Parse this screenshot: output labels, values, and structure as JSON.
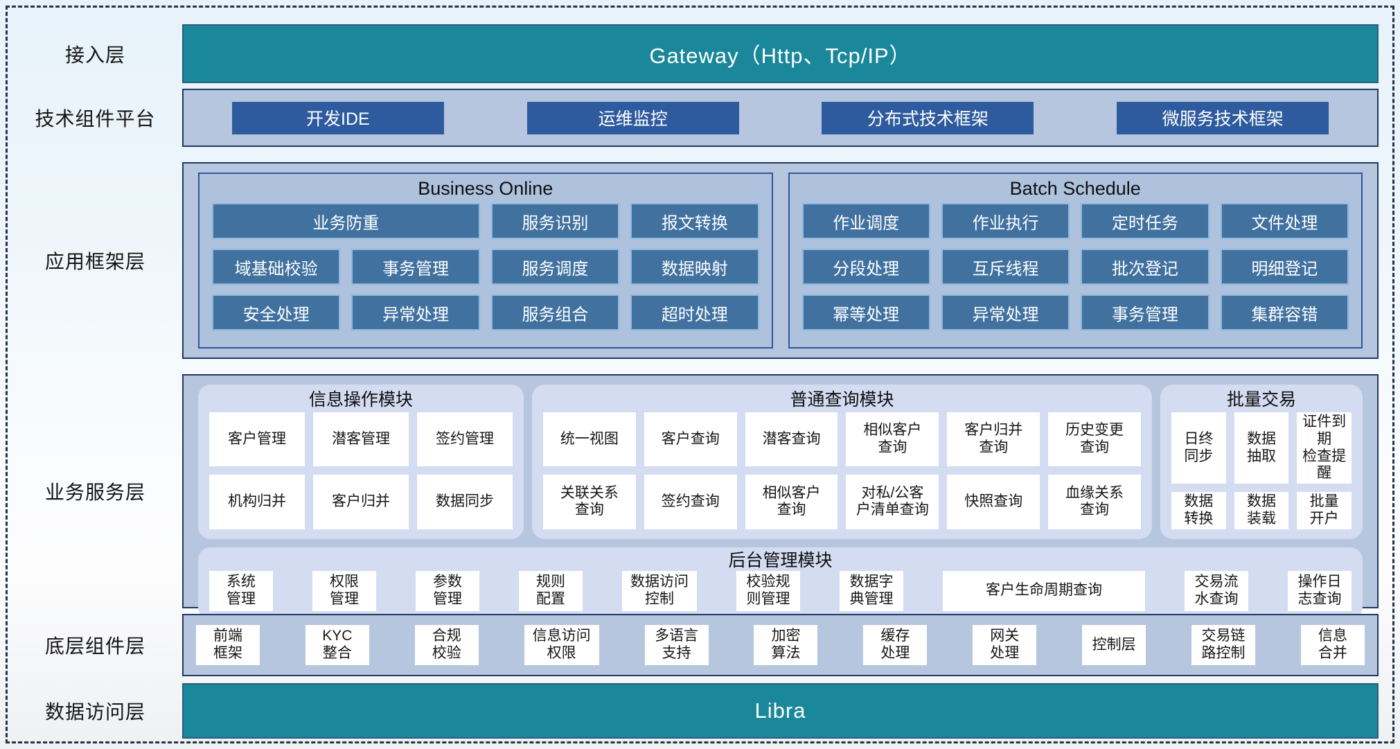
{
  "colors": {
    "teal": "#1a879b",
    "band_fill": "#b6c6df",
    "dark_blue_button": "#2e5b9e",
    "steel_blue_button": "#40719f",
    "steel_border": "#8fb8dc",
    "panel_fill": "#d3dcf0",
    "navy_border": "#1f3864"
  },
  "access_layer": {
    "label": "接入层",
    "gateway": "Gateway（Http、Tcp/IP）"
  },
  "tech_platform": {
    "label": "技术组件平台",
    "items": [
      "开发IDE",
      "运维监控",
      "分布式技术框架",
      "微服务技术框架"
    ]
  },
  "app_framework": {
    "label": "应用框架层",
    "business_online": {
      "title": "Business Online",
      "items": [
        {
          "text": "业务防重",
          "wide": true
        },
        "服务识别",
        "报文转换",
        "域基础校验",
        "事务管理",
        "服务调度",
        "数据映射",
        "安全处理",
        "异常处理",
        "服务组合",
        "超时处理"
      ]
    },
    "batch_schedule": {
      "title": "Batch Schedule",
      "items": [
        "作业调度",
        "作业执行",
        "定时任务",
        "文件处理",
        "分段处理",
        "互斥线程",
        "批次登记",
        "明细登记",
        "幂等处理",
        "异常处理",
        "事务管理",
        "集群容错"
      ]
    }
  },
  "business_service": {
    "label": "业务服务层",
    "info_module": {
      "title": "信息操作模块",
      "items": [
        "客户管理",
        "潜客管理",
        "签约管理",
        "机构归并",
        "客户归并",
        "数据同步"
      ]
    },
    "query_module": {
      "title": "普通查询模块",
      "items": [
        "统一视图",
        "客户查询",
        "潜客查询",
        "相似客户\n查询",
        "客户归并\n查询",
        "历史变更\n查询",
        "关联关系\n查询",
        "签约查询",
        "相似客户\n查询",
        "对私/公客\n户清单查询",
        "快照查询",
        "血缘关系\n查询"
      ]
    },
    "batch_trade": {
      "title": "批量交易",
      "items": [
        "日终\n同步",
        "数据\n抽取",
        "证件到期\n检查提醒",
        "数据\n转换",
        "数据\n装载",
        "批量\n开户"
      ]
    },
    "admin_module": {
      "title": "后台管理模块",
      "items": [
        "系统\n管理",
        "权限\n管理",
        "参数\n管理",
        "规则\n配置",
        "数据访问\n控制",
        "校验规\n则管理",
        "数据字\n典管理",
        {
          "text": "客户生命周期查询",
          "wide": true
        },
        "交易流\n水查询",
        "操作日\n志查询"
      ]
    }
  },
  "base_components": {
    "label": "底层组件层",
    "items": [
      "前端\n框架",
      "KYC\n整合",
      "合规\n校验",
      "信息访问\n权限",
      "多语言\n支持",
      "加密\n算法",
      "缓存\n处理",
      "网关\n处理",
      "控制层",
      "交易链\n路控制",
      "信息\n合并"
    ]
  },
  "data_access_layer": {
    "label": "数据访问层",
    "platform": "Libra"
  }
}
